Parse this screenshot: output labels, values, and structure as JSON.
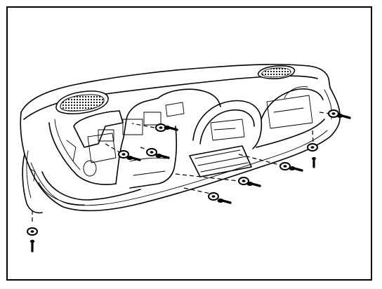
{
  "figure": {
    "background": "#ffffff",
    "line_color": "#000000",
    "parts": [
      "instrument-panel",
      "speaker-grille-left",
      "speaker-grille-right",
      "washer",
      "screw"
    ]
  }
}
